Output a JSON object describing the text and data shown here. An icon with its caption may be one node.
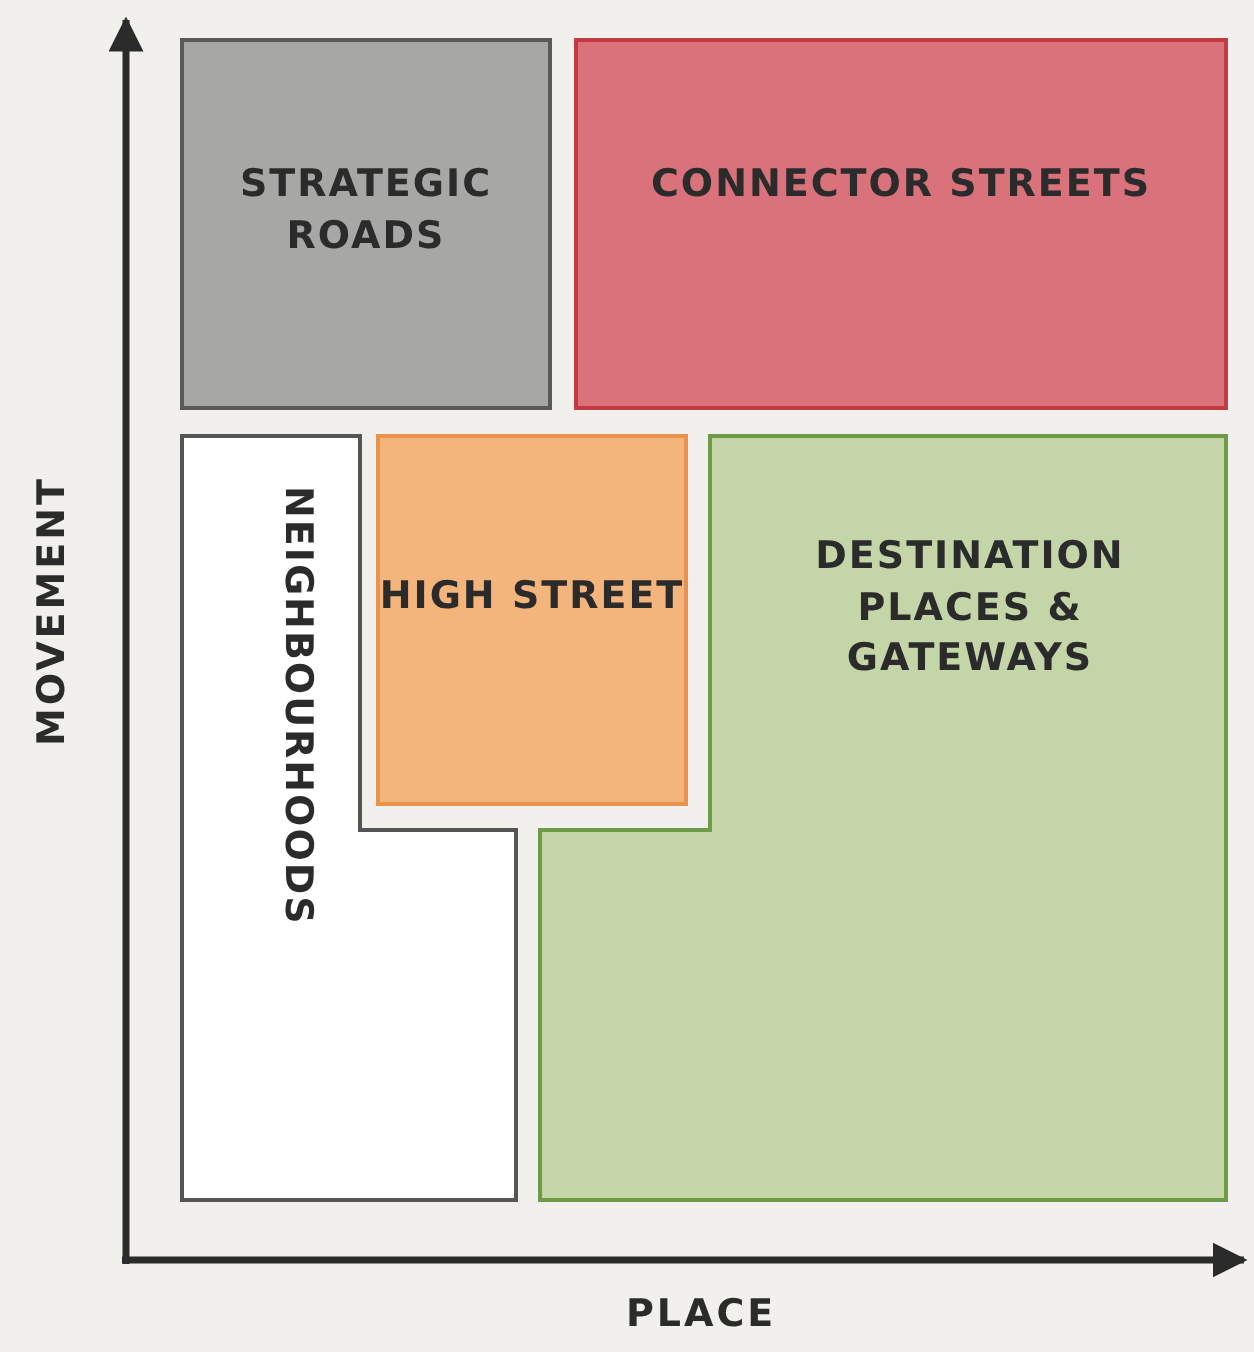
{
  "diagram": {
    "nodes": [
      {
        "text": [
          "STRATEGIC ROADS"
        ]
      },
      {
        "text": [
          "CONNECTOR STREETS"
        ]
      },
      {
        "text": [
          "NEIGHBOURHOODS"
        ]
      },
      {
        "text": [
          "HIGH STREET"
        ]
      },
      {
        "text": [
          "DESTINATION PLACES & GATEWAYS"
        ]
      }
    ],
    "labels": [
      "MOVEMENT",
      "PLACE"
    ]
  }
}
